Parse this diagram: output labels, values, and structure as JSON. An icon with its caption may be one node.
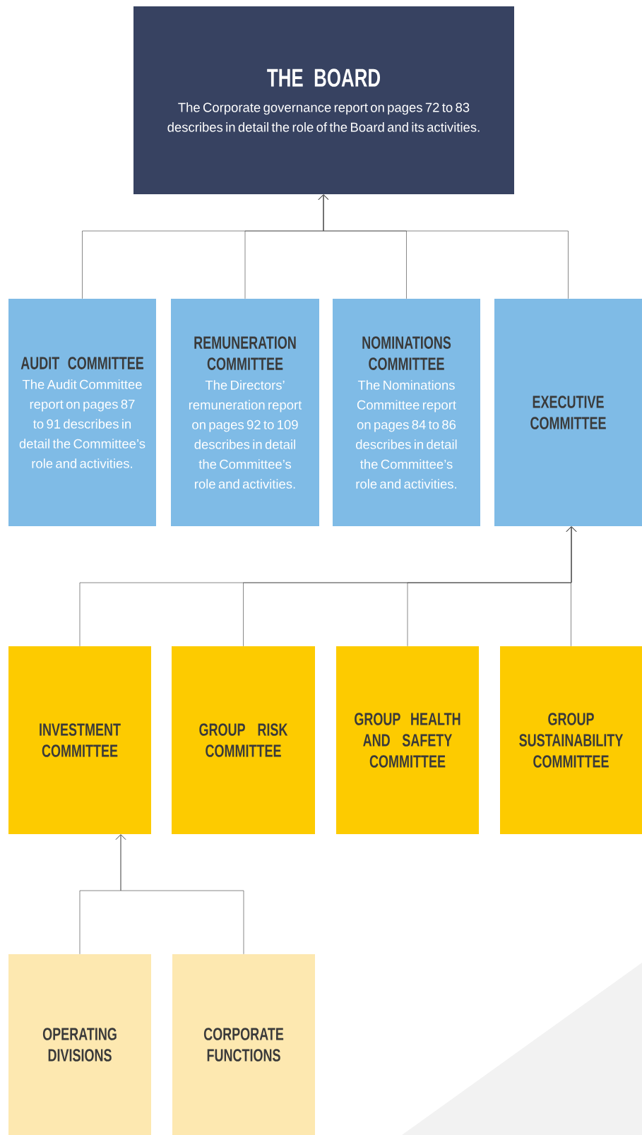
{
  "diagram": {
    "nodes": [
      {
        "text": [
          "THE BOARD",
          "The Corporate governance report on pages 72 to 83 describes in detail the role of the Board and its activities."
        ]
      },
      {
        "text": [
          "AUDIT COMMITTEE",
          "The Audit Committee report on pages 87 to 91 describes in detail the Committee’s role and activities."
        ]
      },
      {
        "text": [
          "REMUNERATION COMMITTEE",
          "The Directors’ remuneration report on pages 92 to 109 describes in detail the Committee’s role and activities."
        ]
      },
      {
        "text": [
          "NOMINATIONS COMMITTEE",
          "The Nominations Committee report on pages 84 to 86 describes in detail the Committee’s role and activities."
        ]
      },
      {
        "text": [
          "EXECUTIVE COMMITTEE"
        ]
      },
      {
        "text": [
          "INVESTMENT COMMITTEE"
        ]
      },
      {
        "text": [
          "GROUP RISK COMMITTEE"
        ]
      },
      {
        "text": [
          "GROUP HEALTH AND SAFETY COMMITTEE"
        ]
      },
      {
        "text": [
          "GROUP SUSTAINABILITY COMMITTEE"
        ]
      },
      {
        "text": [
          "OPERATING DIVISIONS"
        ]
      },
      {
        "text": [
          "CORPORATE FUNCTIONS"
        ]
      }
    ],
    "edges": [
      {
        "from": 1,
        "to": 0,
        "arrow": "to"
      },
      {
        "from": 2,
        "to": 0,
        "arrow": "to"
      },
      {
        "from": 3,
        "to": 0,
        "arrow": "to"
      },
      {
        "from": 4,
        "to": 0,
        "arrow": "to"
      },
      {
        "from": 5,
        "to": 4,
        "arrow": "to"
      },
      {
        "from": 6,
        "to": 4,
        "arrow": "to"
      },
      {
        "from": 7,
        "to": 4,
        "arrow": "to"
      },
      {
        "from": 8,
        "to": 4,
        "arrow": "to"
      },
      {
        "from": 9,
        "to": 5,
        "arrow": "to"
      },
      {
        "from": 10,
        "to": 5,
        "arrow": "to"
      }
    ]
  }
}
